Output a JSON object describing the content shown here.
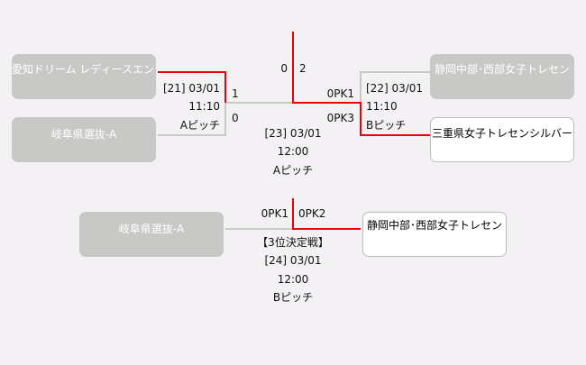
{
  "teams": {
    "aichi": "愛知ドリーム レディースエンジ",
    "gifu": "岐阜県選抜-A",
    "shizuoka": "静岡中部･西部女子トレセン",
    "mie": "三重県女子トレセンシルバー"
  },
  "matches": {
    "m21": {
      "label": "[21] 03/01",
      "time": "11:10",
      "pitch": "Aピッチ",
      "score_top": "1",
      "score_bottom": "0"
    },
    "m22": {
      "label": "[22] 03/01",
      "time": "11:10",
      "pitch": "Bピッチ",
      "score_top": "0PK1",
      "score_bottom": "0PK3"
    },
    "m23": {
      "label": "[23] 03/01",
      "time": "12:00",
      "pitch": "Aピッチ",
      "score_left": "0",
      "score_right": "2"
    },
    "m24": {
      "title": "【3位決定戦】",
      "label": "[24] 03/01",
      "time": "12:00",
      "pitch": "Bピッチ",
      "score_left": "0PK1",
      "score_right": "0PK2"
    }
  },
  "colors": {
    "win_line": "#ee0000",
    "lose_line": "#c8c8c8",
    "background": "#f3f1f4"
  }
}
